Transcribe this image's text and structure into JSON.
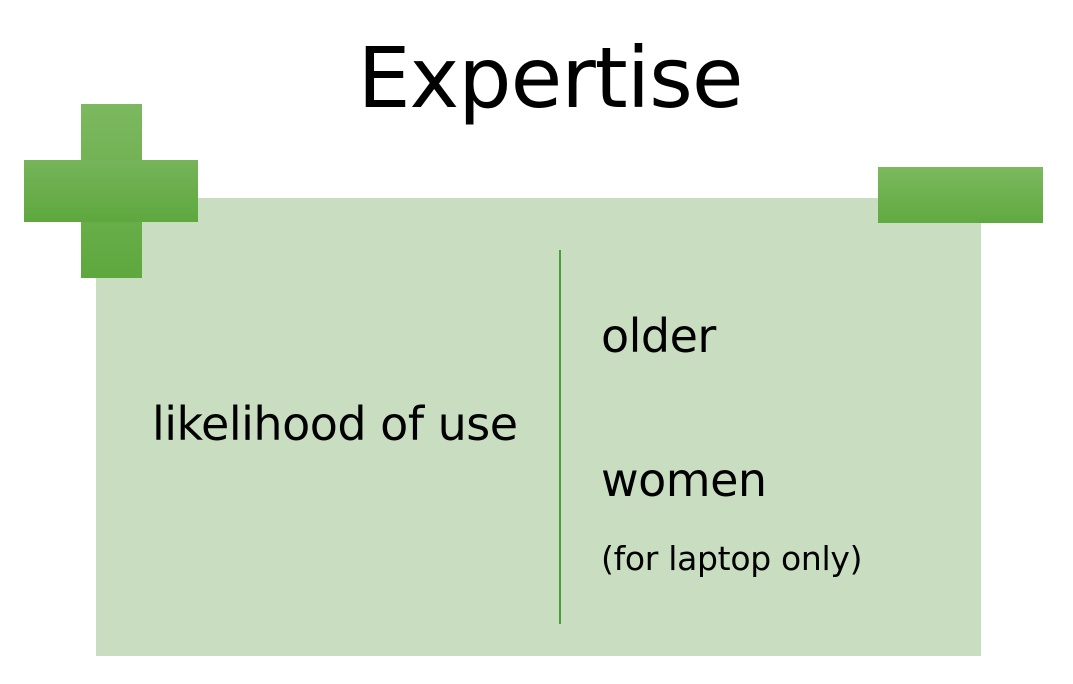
{
  "title": "Expertise",
  "colors": {
    "panel_fill": "#c9ddc0",
    "sign_green": "#6aaf4b",
    "divider": "#4f9a3a"
  },
  "icons": {
    "positive": "plus-icon",
    "negative": "minus-icon"
  },
  "positive_side": {
    "text": "likelihood of use"
  },
  "negative_side": {
    "items": [
      "older",
      "women"
    ],
    "note": "(for laptop only)"
  }
}
